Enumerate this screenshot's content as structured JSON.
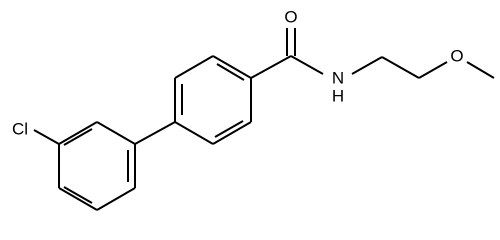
{
  "molecule": {
    "atoms": {
      "chlorine": "Cl",
      "carbonyl_oxygen": "O",
      "amide_nitrogen": "N",
      "amide_hydrogen": "H",
      "ether_oxygen": "O"
    },
    "colors": {
      "bond": "#000000",
      "label": "#000000",
      "background": "#ffffff"
    }
  }
}
